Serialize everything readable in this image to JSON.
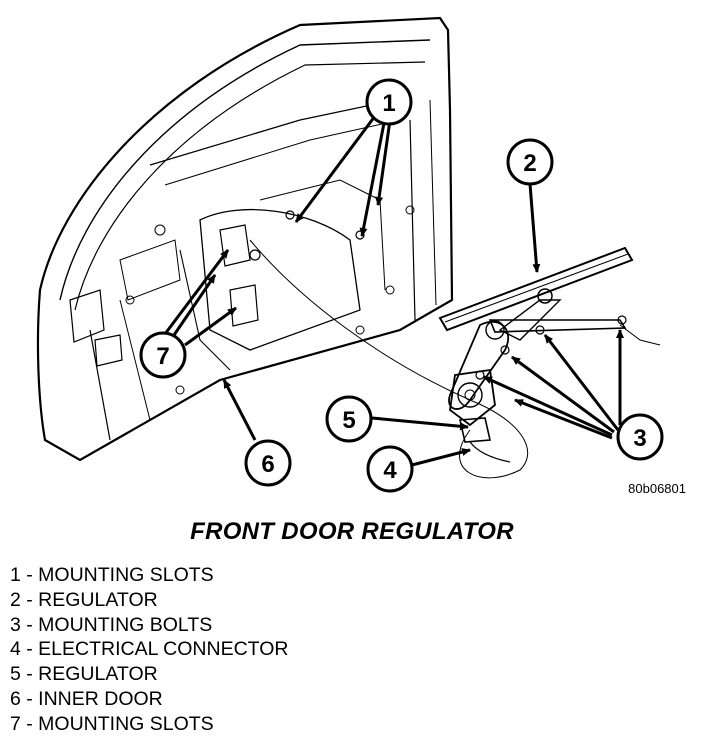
{
  "figure": {
    "title": "FRONT DOOR REGULATOR",
    "reference_code": "80b06801"
  },
  "callouts": [
    "1",
    "2",
    "3",
    "4",
    "5",
    "6",
    "7"
  ],
  "legend": [
    "1 - MOUNTING SLOTS",
    "2 - REGULATOR",
    "3 - MOUNTING BOLTS",
    "4 - ELECTRICAL CONNECTOR",
    "5 - REGULATOR",
    "6 - INNER DOOR",
    "7 - MOUNTING SLOTS"
  ]
}
